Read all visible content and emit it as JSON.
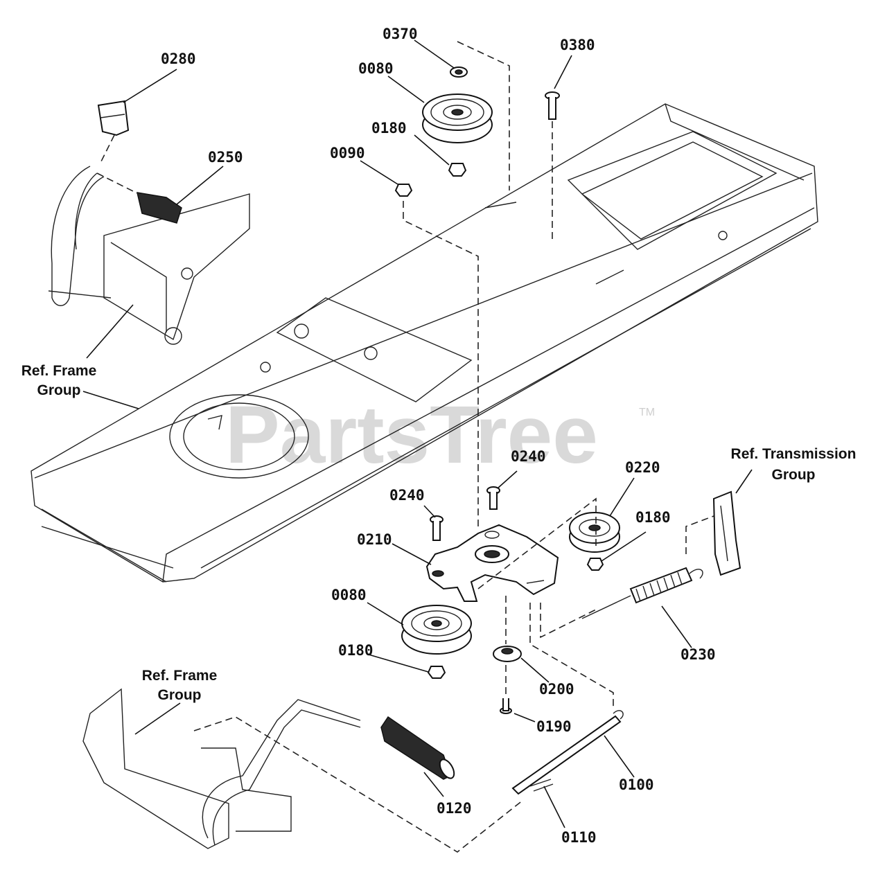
{
  "watermark": "PartsTree",
  "trademark": "TM",
  "labels": {
    "p0370": "0370",
    "p0380": "0380",
    "p0080_top": "0080",
    "p0180_top": "0180",
    "p0090": "0090",
    "p0280": "0280",
    "p0250": "0250",
    "p0240_a": "0240",
    "p0240_b": "0240",
    "p0220": "0220",
    "p0180_mid": "0180",
    "p0210": "0210",
    "p0080_low": "0080",
    "p0180_low": "0180",
    "p0200": "0200",
    "p0190": "0190",
    "p0230": "0230",
    "p0100": "0100",
    "p0110": "0110",
    "p0120": "0120"
  },
  "refs": {
    "frame_top": [
      "Ref. Frame",
      "Group"
    ],
    "frame_bottom": [
      "Ref. Frame",
      "Group"
    ],
    "transmission": [
      "Ref. Transmission",
      "Group"
    ]
  }
}
